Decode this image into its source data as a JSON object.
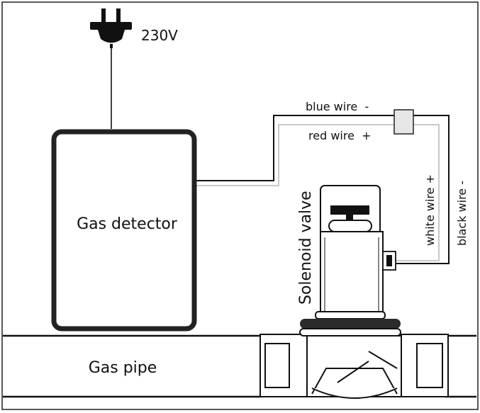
{
  "labels": {
    "power": "230V",
    "detector": "Gas detector",
    "pipe": "Gas pipe",
    "valve": "Solenoid valve",
    "blue_wire": "blue wire  -",
    "red_wire": "red wire  +",
    "white_wire": "white wire +",
    "black_wire": "black wire -"
  },
  "colors": {
    "stroke": "#111111",
    "wire_gray": "#c8c8c8",
    "connector": "#e6e6e6",
    "background": "#ffffff"
  },
  "icons": [
    "power-plug-icon"
  ]
}
